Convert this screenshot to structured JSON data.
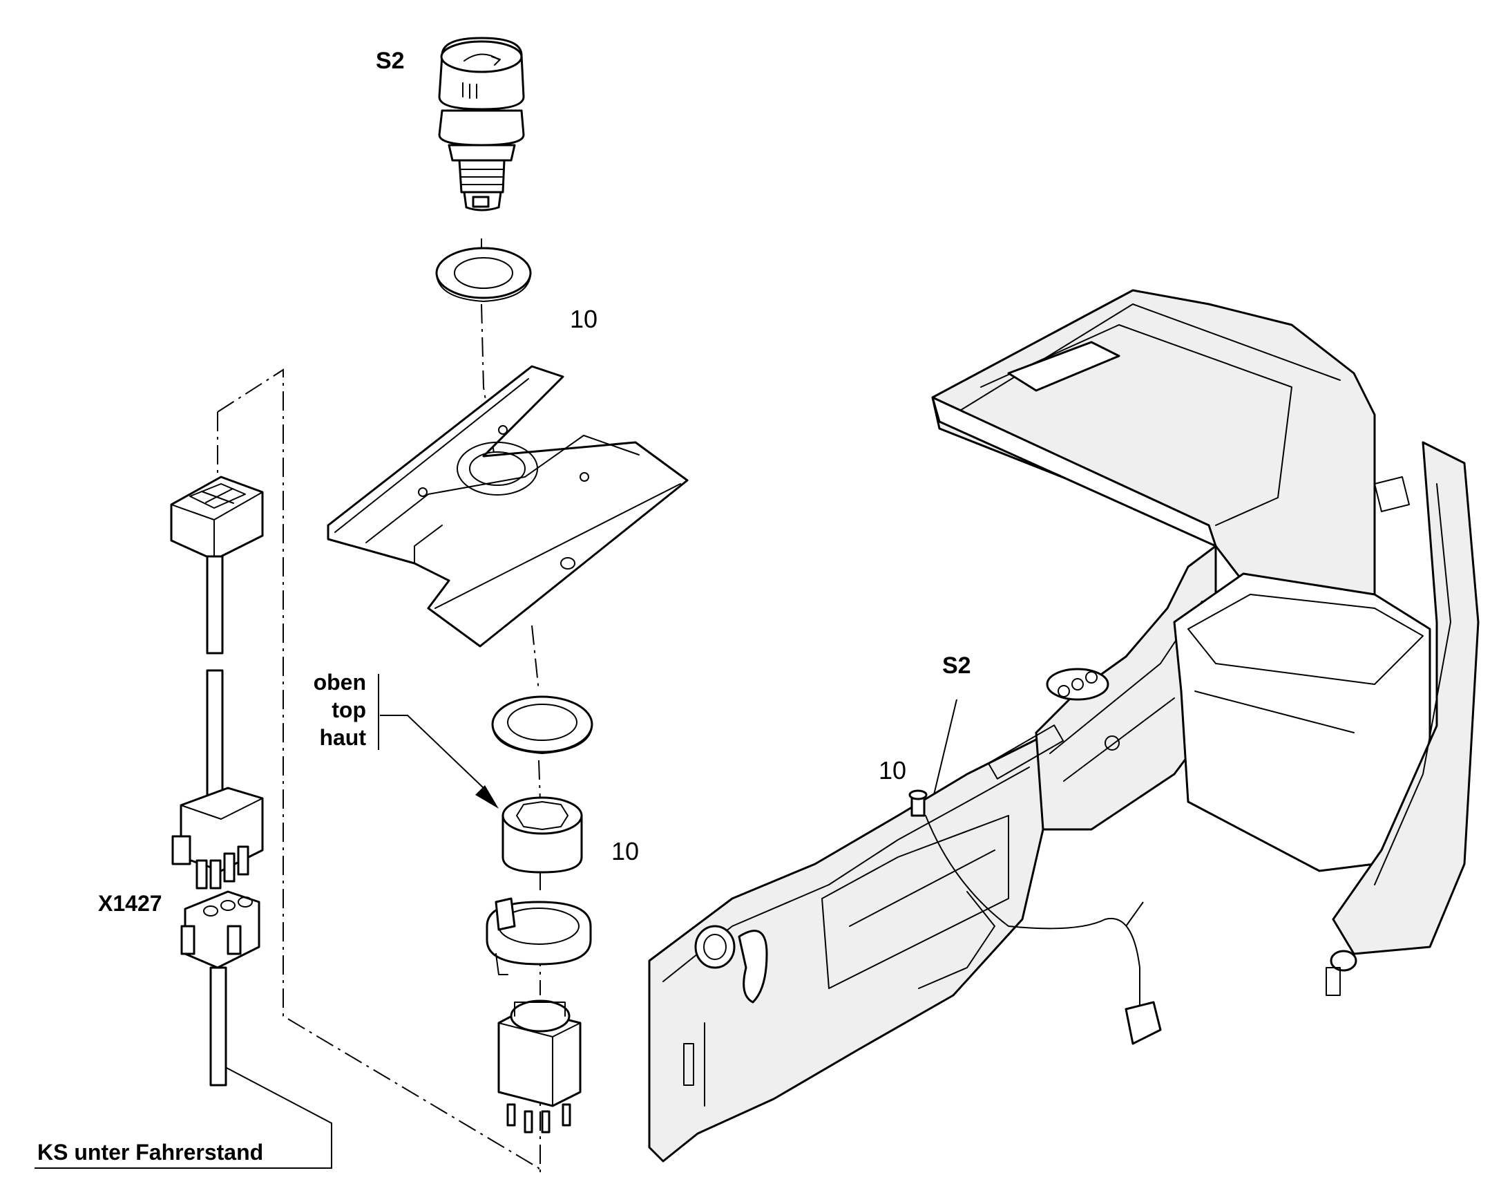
{
  "labels": {
    "s2_top": "S2",
    "s2_right": "S2",
    "ref_10_washer": "10",
    "ref_10_nut": "10",
    "ref_10_machine": "10",
    "orientation": [
      "oben",
      "top",
      "haut"
    ],
    "connector": "X1427",
    "footer_note": "KS unter Fahrerstand"
  },
  "colors": {
    "line": "#000000",
    "background": "#ffffff",
    "shade": "#efefef"
  }
}
